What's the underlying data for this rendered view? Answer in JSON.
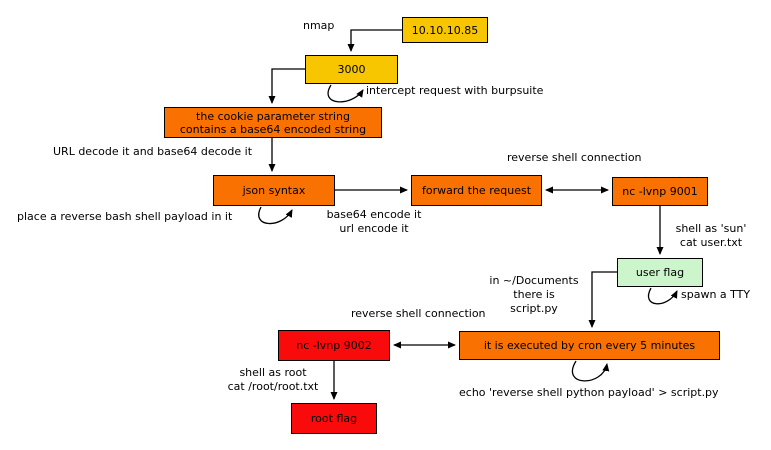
{
  "diagram": {
    "title_hint": "CTF attack-path flowchart",
    "colors": {
      "node_gold": "#F7C600",
      "node_orange": "#F97100",
      "node_green": "#CDF5CC",
      "node_red": "#FA0B0B",
      "line": "#000000",
      "background": "#FFFFFF"
    },
    "nodes": {
      "ip": {
        "label": "10.10.10.85",
        "color": "#F7C600"
      },
      "port": {
        "label": "3000",
        "color": "#F7C600"
      },
      "cookie": {
        "line1": "the cookie parameter string",
        "line2": "contains a base64 encoded string",
        "color": "#F97100"
      },
      "json_syntax": {
        "label": "json syntax",
        "color": "#F97100"
      },
      "forward": {
        "label": "forward the request",
        "color": "#F97100"
      },
      "nc9001": {
        "label": "nc -lvnp 9001",
        "color": "#F97100"
      },
      "user_flag": {
        "label": "user flag",
        "color": "#CDF5CC"
      },
      "nc9002": {
        "label": "nc -lvnp 9002",
        "color": "#FA0B0B"
      },
      "cron": {
        "label": "it is executed by cron every 5 minutes",
        "color": "#F97100"
      },
      "root_flag": {
        "label": "root flag",
        "color": "#FA0B0B"
      }
    },
    "labels": {
      "nmap": "nmap",
      "intercept": "intercept request with burpsuite",
      "url_decode": "URL decode it and base64 decode it",
      "place_payload": "place a reverse bash shell payload in it",
      "encode_line1": "base64 encode it",
      "encode_line2": "url encode it",
      "reverse_shell_top": "reverse shell connection",
      "shell_sun_line1": "shell as 'sun'",
      "shell_sun_line2": "cat user.txt",
      "spawn_tty": "spawn a TTY",
      "documents_line1": "in ~/Documents",
      "documents_line2": "there is",
      "documents_line3": "script.py",
      "reverse_shell_bottom": "reverse shell connection",
      "echo_payload": "echo 'reverse shell python payload' > script.py",
      "shell_root_line1": "shell as root",
      "shell_root_line2": "cat /root/root.txt"
    }
  }
}
